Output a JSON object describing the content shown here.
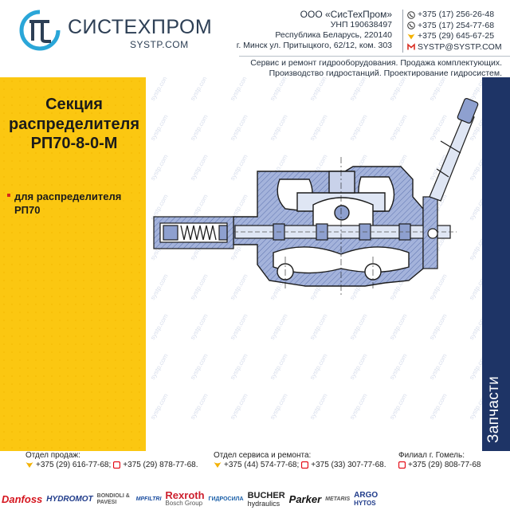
{
  "brand": {
    "name": "СИСТЕХПРОМ",
    "site": "SYSTP.COM",
    "logo_icon": "systehprom-logo-icon",
    "color": "#2d3f55",
    "accent": "#2aa6d8"
  },
  "company": {
    "name": "ООО «СисТехПром»",
    "unp": "УНП 190638497",
    "country": "Республика Беларусь, 220140",
    "address": "г. Минск ул. Притыцкого, 62/12, ком. 303"
  },
  "contacts": {
    "phone1": "+375 (17) 256-26-48",
    "phone2": "+375 (17) 254-77-68",
    "phone3": "+375 (29) 645-67-25",
    "email": "SYSTP@SYSTP.COM"
  },
  "tagline": {
    "line1": "Сервис и ремонт гидрооборудования. Продажа комплектующих.",
    "line2": "Производство гидростанций. Проектирование гидросистем."
  },
  "product": {
    "title_line1": "Секция",
    "title_line2": "распределителя",
    "title_line3": "РП70-8-0-М",
    "bullet_line1": "для распределителя",
    "bullet_line2": "РП70"
  },
  "watermark": "systp.com",
  "side_label": "Запчасти",
  "footer": {
    "sales": {
      "title": "Отдел продаж:",
      "phone_a": "+375 (29) 616-77-68;",
      "phone_b": "+375 (29) 878-77-68."
    },
    "service": {
      "title": "Отдел сервиса и ремонта:",
      "phone_a": "+375 (44) 574-77-68;",
      "phone_b": "+375 (33) 307-77-68."
    },
    "gomel": {
      "title": "Филиал г. Гомель:",
      "phone_a": "+375 (29) 808-77-68"
    }
  },
  "brands": [
    {
      "text": "Danfoss",
      "color": "#d5161f"
    },
    {
      "text": "HYDROMOT",
      "color": "#1f3b8a"
    },
    {
      "text": "BONDIOLI & PAVESI",
      "color": "#555555"
    },
    {
      "text": "MPFILTRI",
      "color": "#1c4ea0"
    },
    {
      "text": "Rexroth",
      "color": "#cc1f2d"
    },
    {
      "text": "Bosch Group",
      "color": "#555555"
    },
    {
      "text": "ГИДРОСИЛА",
      "color": "#1a5fa8"
    },
    {
      "text": "BUCHER",
      "color": "#222222"
    },
    {
      "text": "hydraulics",
      "color": "#222222"
    },
    {
      "text": "Parker",
      "color": "#111111"
    },
    {
      "text": "METARIS",
      "color": "#555555"
    },
    {
      "text": "ARGO",
      "color": "#1f3b8a"
    },
    {
      "text": "HYTOS",
      "color": "#1f3b8a"
    }
  ],
  "colors": {
    "yellow_panel": "#fbc711",
    "navy_panel": "#1e3466",
    "drawing_fill": "#8ea0cf",
    "drawing_stroke": "#1c1c1c",
    "bullet_red": "#d6281b"
  }
}
